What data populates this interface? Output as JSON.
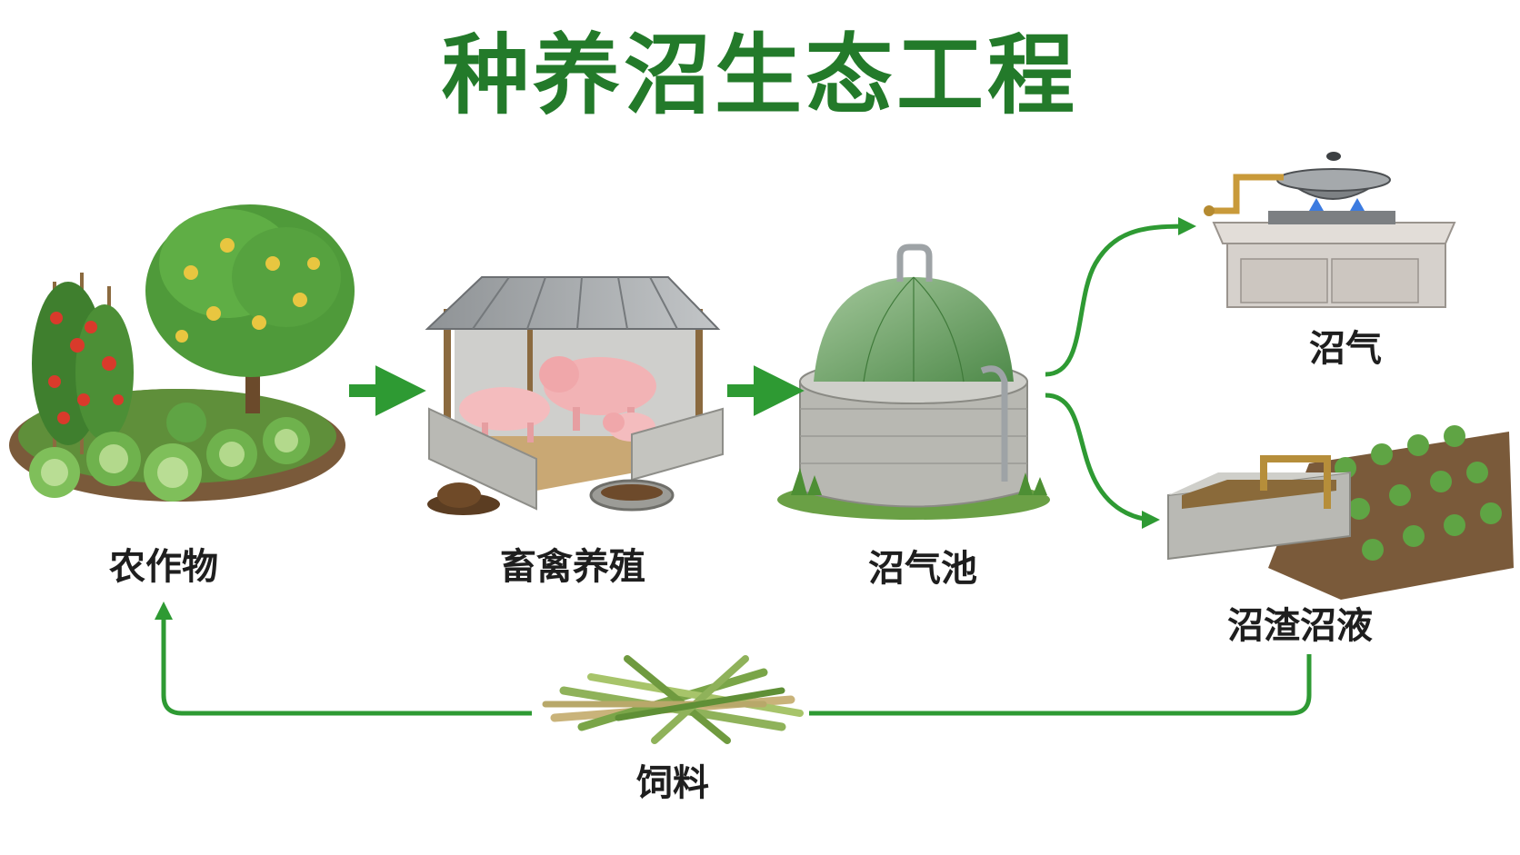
{
  "title": "种养沼生态工程",
  "nodes": {
    "crops": {
      "label": "农作物"
    },
    "livestock": {
      "label": "畜禽养殖"
    },
    "biogas_pit": {
      "label": "沼气池"
    },
    "biogas": {
      "label": "沼气"
    },
    "residue_slurry": {
      "label": "沼渣沼液"
    },
    "feed": {
      "label": "饲料"
    }
  },
  "colors": {
    "title": "#237a2a",
    "arrow": "#2e9a33",
    "label": "#1e1e1e"
  }
}
